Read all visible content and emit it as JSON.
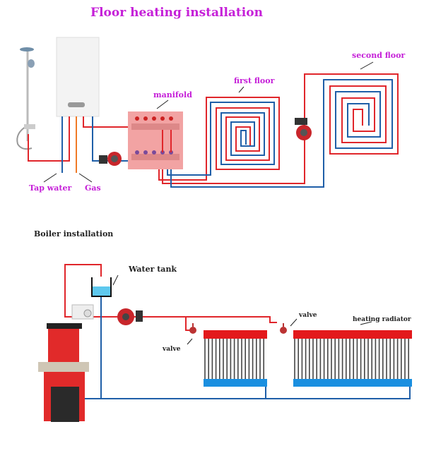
{
  "floor_heating": {
    "title": "Floor heating installation",
    "labels": {
      "manifold": "manifold",
      "first_floor": "first floor",
      "second_floor": "second floor",
      "tap_water": "Tap water",
      "gas": "Gas"
    }
  },
  "boiler": {
    "title": "Boiler installation",
    "labels": {
      "water_tank": "Water tank",
      "valve_left": "valve",
      "valve_right": "valve",
      "heating_radiator": "heating radiator"
    }
  },
  "colors": {
    "hot_pipe": "#e0262b",
    "cold_pipe": "#1f5fa8",
    "gas_pipe": "#f07a26",
    "label_magenta": "#c51fd8",
    "manifold_bg": "#f2a3a3",
    "radiator_top": "#e3191c",
    "radiator_bottom": "#1a8fe0"
  }
}
